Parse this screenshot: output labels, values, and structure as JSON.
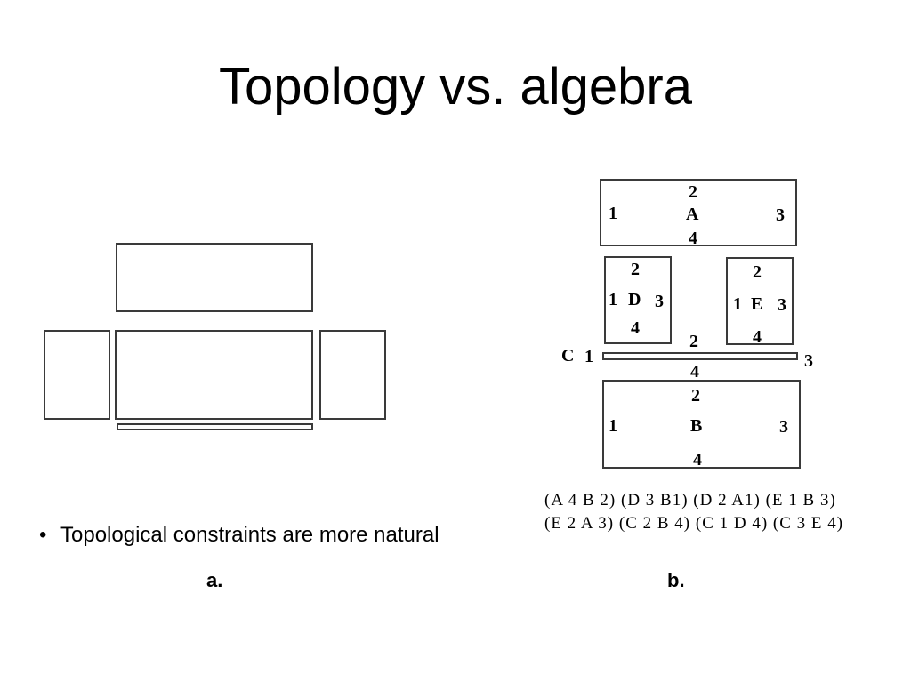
{
  "slide": {
    "title": "Topology vs. algebra",
    "bullet": "Topological constraints are more natural"
  },
  "figure_a": {
    "caption": "a."
  },
  "figure_b": {
    "caption": "b.",
    "A": {
      "name": "A",
      "s1": "1",
      "s2": "2",
      "s3": "3",
      "s4": "4"
    },
    "D": {
      "name": "D",
      "s1": "1",
      "s2": "2",
      "s3": "3",
      "s4": "4"
    },
    "E": {
      "name": "E",
      "s1": "1",
      "s2": "2",
      "s3": "3",
      "s4": "4"
    },
    "C": {
      "name": "C",
      "s1": "1",
      "s2": "2",
      "s3": "3",
      "s4": "4"
    },
    "B": {
      "name": "B",
      "s1": "1",
      "s2": "2",
      "s3": "3",
      "s4": "4"
    },
    "constraints_line1": "(A 4  B 2)  (D 3  B1)  (D 2  A1)  (E 1  B 3)",
    "constraints_line2": "(E 2  A 3)  (C 2 B 4)  (C 1  D 4)  (C 3  E 4)"
  }
}
